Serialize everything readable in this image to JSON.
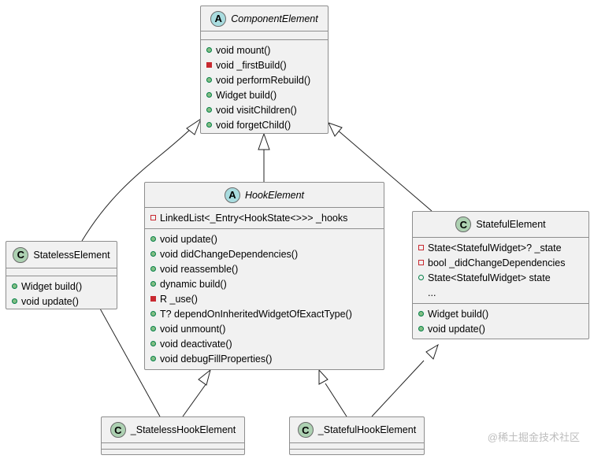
{
  "classes": {
    "componentElement": {
      "stereotype": "A",
      "name": "ComponentElement",
      "fields": [],
      "methods": [
        {
          "vis": "pub",
          "text": "void mount()"
        },
        {
          "vis": "priv-m",
          "text": "void _firstBuild()"
        },
        {
          "vis": "pub",
          "text": "void performRebuild()"
        },
        {
          "vis": "pub",
          "text": "Widget build()"
        },
        {
          "vis": "pub",
          "text": "void visitChildren()"
        },
        {
          "vis": "pub",
          "text": "void forgetChild()"
        }
      ]
    },
    "hookElement": {
      "stereotype": "A",
      "name": "HookElement",
      "fields": [
        {
          "vis": "priv-f",
          "text": "LinkedList<_Entry<HookState<>>> _hooks"
        }
      ],
      "methods": [
        {
          "vis": "pub",
          "text": "void update()"
        },
        {
          "vis": "pub",
          "text": "void didChangeDependencies()"
        },
        {
          "vis": "pub",
          "text": "void reassemble()"
        },
        {
          "vis": "pub",
          "text": "dynamic build()"
        },
        {
          "vis": "priv-m",
          "text": "R _use()"
        },
        {
          "vis": "pub",
          "text": "T? dependOnInheritedWidgetOfExactType()"
        },
        {
          "vis": "pub",
          "text": "void unmount()"
        },
        {
          "vis": "pub",
          "text": "void deactivate()"
        },
        {
          "vis": "pub",
          "text": "void debugFillProperties()"
        }
      ]
    },
    "statelessElement": {
      "stereotype": "C",
      "name": "StatelessElement",
      "fields": [],
      "methods": [
        {
          "vis": "pub",
          "text": "Widget build()"
        },
        {
          "vis": "pub",
          "text": "void update()"
        }
      ]
    },
    "statefulElement": {
      "stereotype": "C",
      "name": "StatefulElement",
      "fields": [
        {
          "vis": "priv-f",
          "text": "State<StatefulWidget>? _state"
        },
        {
          "vis": "priv-f",
          "text": "bool _didChangeDependencies"
        },
        {
          "vis": "pub-f",
          "text": "State<StatefulWidget> state"
        },
        {
          "vis": "none",
          "text": "..."
        }
      ],
      "methods": [
        {
          "vis": "pub",
          "text": "Widget build()"
        },
        {
          "vis": "pub",
          "text": "void update()"
        }
      ]
    },
    "statelessHookElement": {
      "stereotype": "C",
      "name": "_StatelessHookElement",
      "fields": [],
      "methods": []
    },
    "statefulHookElement": {
      "stereotype": "C",
      "name": "_StatefulHookElement",
      "fields": [],
      "methods": []
    }
  },
  "watermark": "@稀土掘金技术社区",
  "colors": {
    "box_bg": "#f1f1f1",
    "box_border": "#8e8e8e",
    "abstract_badge": "#a9dcdf",
    "class_badge": "#add1b2",
    "public": "#84be84",
    "private": "#c82930"
  }
}
